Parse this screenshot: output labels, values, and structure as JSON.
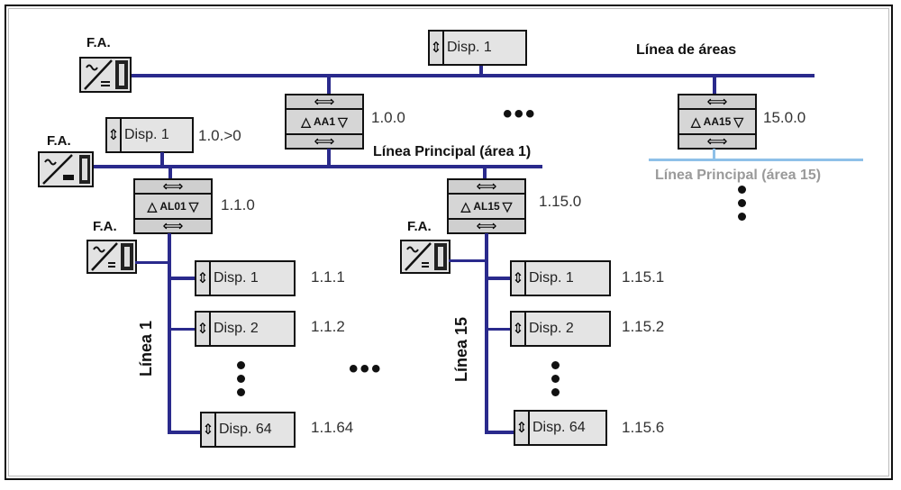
{
  "diagram": {
    "area_line_label": "Línea de áreas",
    "main_line_1_label": "Línea Principal (área 1)",
    "main_line_15_label": "Línea Principal (área 15)",
    "line_1_label": "Línea 1",
    "line_15_label": "Línea 15",
    "power_supply_label": "F.A.",
    "area_line_device": {
      "name": "Disp. 1"
    },
    "main_line_device": {
      "name": "Disp. 1",
      "address": "1.0.>0"
    },
    "area_couplers": [
      {
        "name": "AA1",
        "address": "1.0.0"
      },
      {
        "name": "AA15",
        "address": "15.0.0"
      }
    ],
    "line_couplers": [
      {
        "name": "AL01",
        "address": "1.1.0"
      },
      {
        "name": "AL15",
        "address": "1.15.0"
      }
    ],
    "line_1_devices": [
      {
        "name": "Disp. 1",
        "address": "1.1.1"
      },
      {
        "name": "Disp. 2",
        "address": "1.1.2"
      },
      {
        "name": "Disp. 64",
        "address": "1.1.64"
      }
    ],
    "line_15_devices": [
      {
        "name": "Disp. 1",
        "address": "1.15.1"
      },
      {
        "name": "Disp. 2",
        "address": "1.15.2"
      },
      {
        "name": "Disp. 64",
        "address": "1.15.6"
      }
    ],
    "ellipsis": "•••",
    "up_triangle": "△",
    "down_triangle": "▽",
    "colors": {
      "bus": "#2a2a8c",
      "bus_inactive": "#8ec0e8",
      "device_fill": "#e4e4e4",
      "inactive_text": "#9a9a9a"
    }
  }
}
